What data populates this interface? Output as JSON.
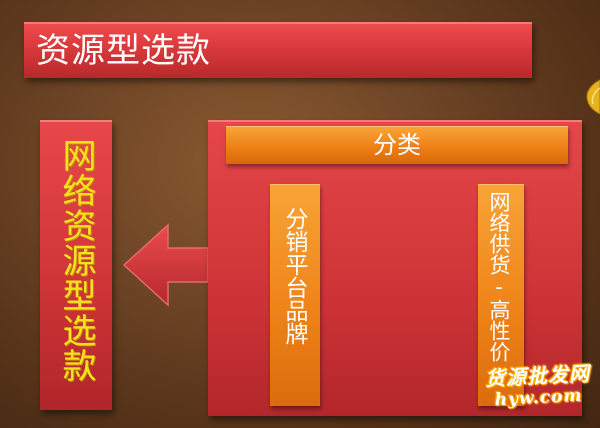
{
  "slide": {
    "title": "资源型选款",
    "left_label": "网络资源型选款",
    "category_label": "分类",
    "sub_items": [
      {
        "label": "分销平台品牌"
      },
      {
        "label": "网络供货-高性价"
      }
    ],
    "watermark": {
      "text": "货源批发网",
      "url": "hyw.com"
    }
  },
  "colors": {
    "background": "#6e4526",
    "red_box": "#d83a3c",
    "orange_box": "#ef8419",
    "highlight_text": "#f9e21b",
    "white_text": "#ffffff"
  },
  "icons": {
    "arrow": "arrow-left-icon",
    "corner": "gold-ornament-icon"
  }
}
